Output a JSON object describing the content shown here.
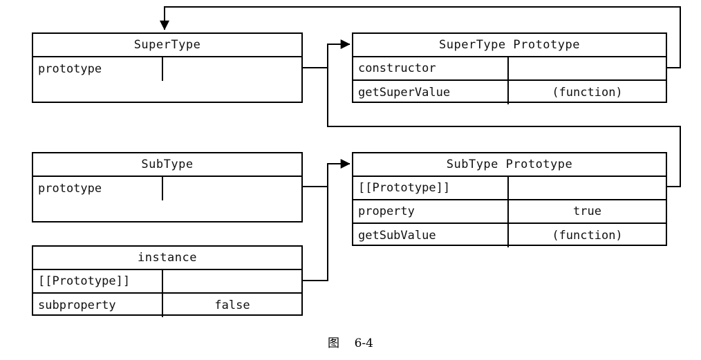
{
  "diagram": {
    "caption": "图    6-4",
    "colors": {
      "stroke": "#000000",
      "text": "#111111",
      "background": "#ffffff"
    },
    "boxes": [
      {
        "id": "supertype",
        "title": "SuperType",
        "rows": [
          {
            "key": "prototype",
            "value": "",
            "kind": "pointer"
          }
        ]
      },
      {
        "id": "supertype-prototype",
        "title": "SuperType Prototype",
        "rows": [
          {
            "key": "constructor",
            "value": "",
            "kind": "pointer"
          },
          {
            "key": "getSuperValue",
            "value": "(function)",
            "kind": "value"
          }
        ]
      },
      {
        "id": "subtype",
        "title": "SubType",
        "rows": [
          {
            "key": "prototype",
            "value": "",
            "kind": "pointer"
          }
        ]
      },
      {
        "id": "subtype-prototype",
        "title": "SubType Prototype",
        "rows": [
          {
            "key": "[[Prototype]]",
            "value": "",
            "kind": "pointer"
          },
          {
            "key": "property",
            "value": "true",
            "kind": "value"
          },
          {
            "key": "getSubValue",
            "value": "(function)",
            "kind": "value"
          }
        ]
      },
      {
        "id": "instance",
        "title": "instance",
        "rows": [
          {
            "key": "[[Prototype]]",
            "value": "",
            "kind": "pointer"
          },
          {
            "key": "subproperty",
            "value": "false",
            "kind": "value"
          }
        ]
      }
    ],
    "connections": [
      {
        "from": "supertype.prototype",
        "to": "supertype-prototype"
      },
      {
        "from": "supertype-prototype.constructor",
        "to": "supertype"
      },
      {
        "from": "subtype.prototype",
        "to": "subtype-prototype"
      },
      {
        "from": "subtype-prototype.[[Prototype]]",
        "to": "supertype-prototype"
      },
      {
        "from": "instance.[[Prototype]]",
        "to": "subtype-prototype"
      }
    ]
  }
}
